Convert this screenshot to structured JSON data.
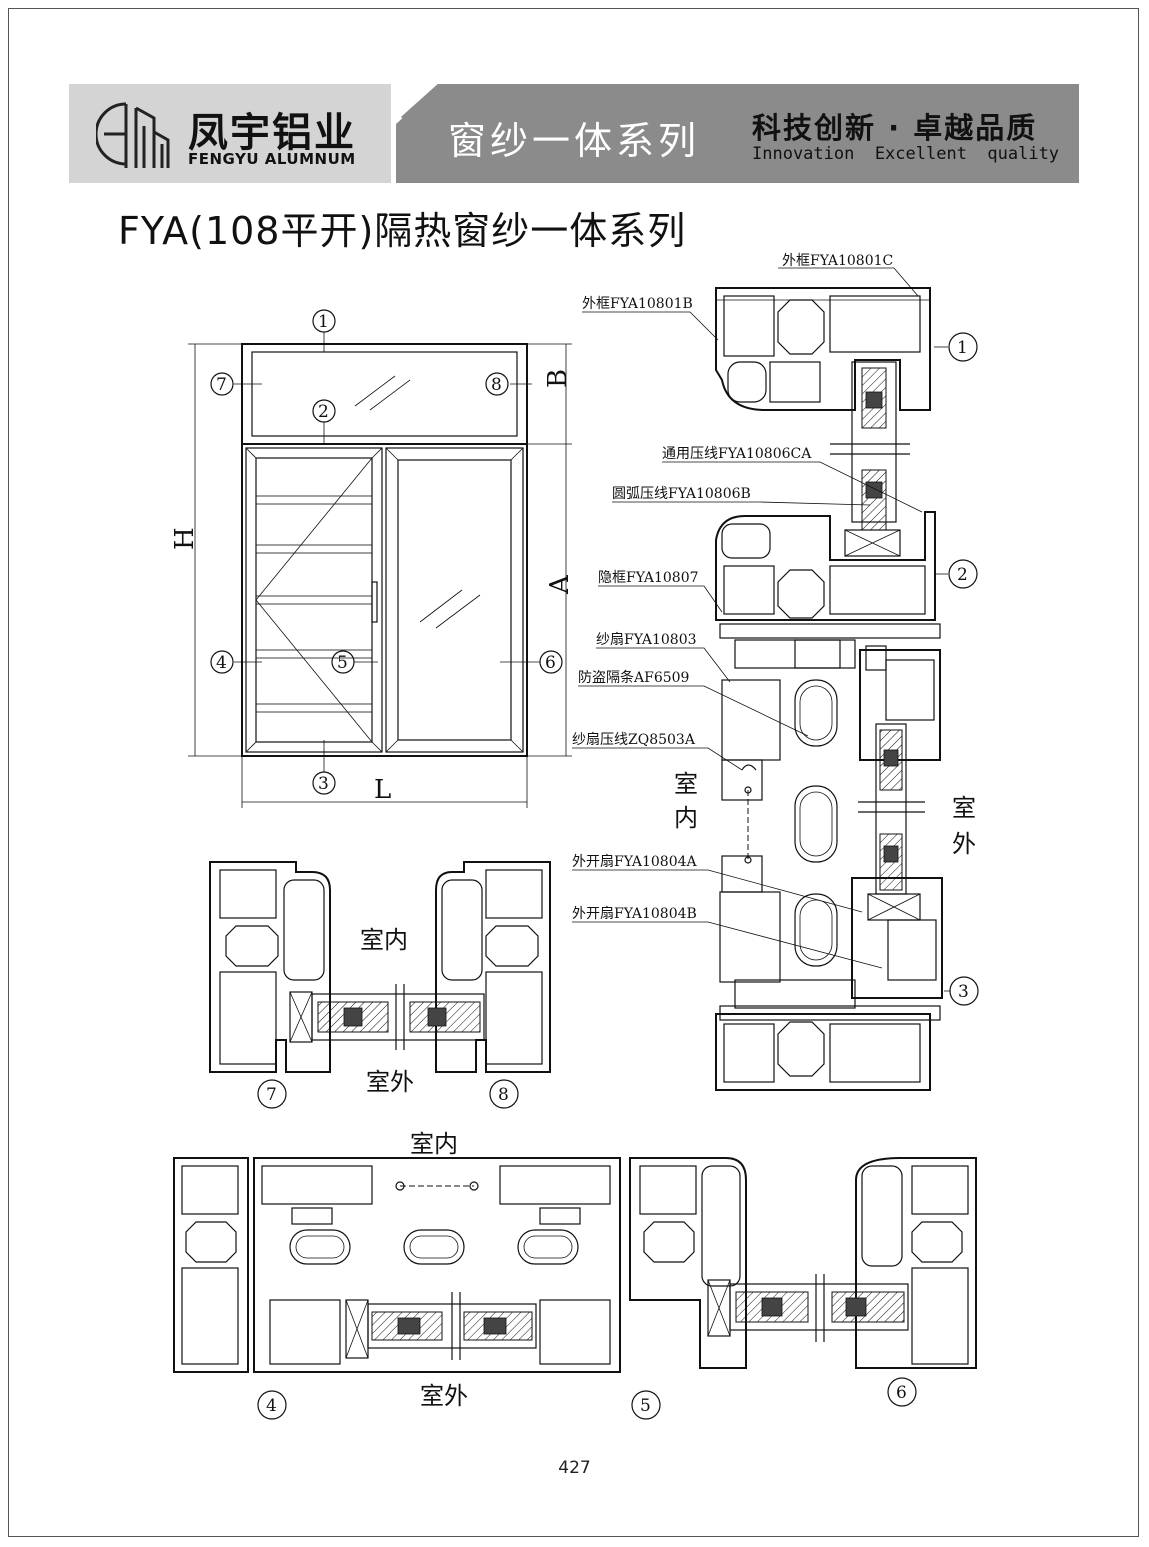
{
  "header": {
    "brand_cn": "凤宇铝业",
    "brand_en": "FENGYU ALUMNUM",
    "series_cn": "窗纱一体系列",
    "slogan_cn": "科技创新 · 卓越品质",
    "slogan_en": "Innovation  Excellent  quality"
  },
  "title": "FYA(108平开)隔热窗纱一体系列",
  "elevation": {
    "dims": {
      "H": "H",
      "A": "A",
      "B": "B",
      "L": "L"
    },
    "markers": [
      "1",
      "2",
      "3",
      "4",
      "5",
      "6",
      "7",
      "8"
    ]
  },
  "section_vertical": {
    "labels": [
      "外框FYA10801C",
      "外框FYA10801B",
      "通用压线FYA10806CA",
      "圆弧压线FYA10806B",
      "隐框FYA10807",
      "纱扇FYA10803",
      "防盗隔条AF6509",
      "纱扇压线ZQ8503A",
      "外开扇FYA10804A",
      "外开扇FYA10804B"
    ],
    "indoor": "室内",
    "outdoor": "室外",
    "markers": [
      "1",
      "2",
      "3"
    ]
  },
  "section_78": {
    "indoor": "室内",
    "outdoor": "室外",
    "markers": [
      "7",
      "8"
    ]
  },
  "section_456": {
    "indoor": "室内",
    "outdoor": "室外",
    "markers": [
      "4",
      "5",
      "6"
    ]
  },
  "page_number": "427"
}
